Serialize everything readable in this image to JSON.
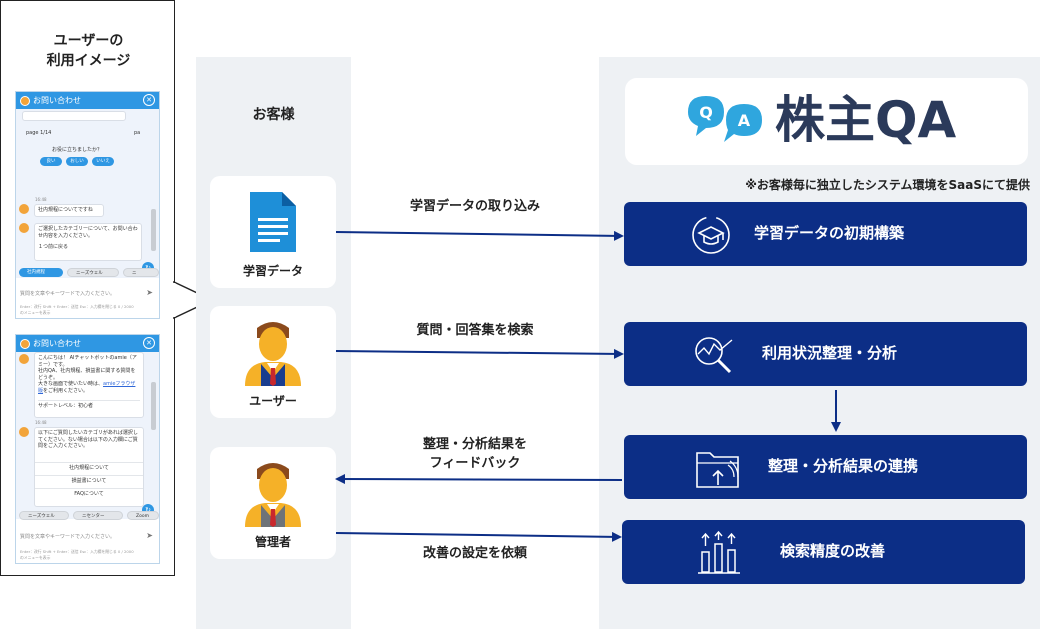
{
  "user_panel": {
    "title_line1": "ユーザーの",
    "title_line2": "利用イメージ",
    "chat1": {
      "header": "お問い合わせ",
      "page": "page 1/14",
      "page2": "pa",
      "question": "お役に立ちましたか？",
      "btn1": "良い",
      "btn2": "おしい",
      "btn3": "いいえ",
      "time": "16:48",
      "msg_user": "社内規程についてですね",
      "msg_bot": "ご選択したカテゴリーについて、お問い合わせ内容を入力ください。",
      "back": "１つ前に戻る",
      "tag1": "社内規程",
      "tag2": "ニーズウェル",
      "tag3": "ニ",
      "input": "質問を文章やキーワードで入力ください。",
      "foot1": "Enter：改行 Shift + Enter：送信 Esc：入力欄を閉じる 0 / 2000",
      "foot2": "のメニューを表示"
    },
    "chat2": {
      "header": "お問い合わせ",
      "intro": "こんにちは！ AIチャットボットのamie（アミー）です。",
      "intro2": "社内QA、社内規程、損益書に関する質問をどうぞ。",
      "intro3": "大きな画面で使いたい時は、",
      "link": "amieフラウザ版",
      "intro4": "をご利用ください。",
      "level": "サポートレベル：初心者",
      "time": "16:48",
      "msg_bot": "以下にご質問したいカテゴリがあれば選択してください。ない場合は以下の入力欄にご質問をご入力ください。",
      "opt1": "社内規程について",
      "opt2": "損益書について",
      "opt3": "FAQについて",
      "tag1": "ニーズウェル",
      "tag2": "ニセンター",
      "tag3": "Zoom",
      "input": "質問を文章やキーワードで入力ください。",
      "foot1": "Enter：改行 Shift + Enter：送信 Esc：入力欄を閉じる 0 / 2000",
      "foot2": "のメニューを表示"
    }
  },
  "customer": {
    "title": "お客様",
    "actors": {
      "learning_data": "学習データ",
      "user": "ユーザー",
      "admin": "管理者"
    }
  },
  "flows": {
    "import": "学習データの取り込み",
    "search": "質問・回答集を検索",
    "feedback_line1": "整理・分析結果を",
    "feedback_line2": "フィードバック",
    "request": "改善の設定を依頼"
  },
  "service": {
    "logo_badge_q": "Q",
    "logo_badge_a": "A",
    "logo_text": "株主QA",
    "note": "※お客様毎に独立したシステム環境をSaaSにて提供",
    "functions": {
      "initial_build": "学習データの初期構築",
      "analysis": "利用状況整理・分析",
      "integration": "整理・分析結果の連携",
      "improvement": "検索精度の改善"
    }
  },
  "colors": {
    "navy": "#0c2e86",
    "accent": "#2f97e3",
    "panel_bg": "#eef1f4"
  }
}
